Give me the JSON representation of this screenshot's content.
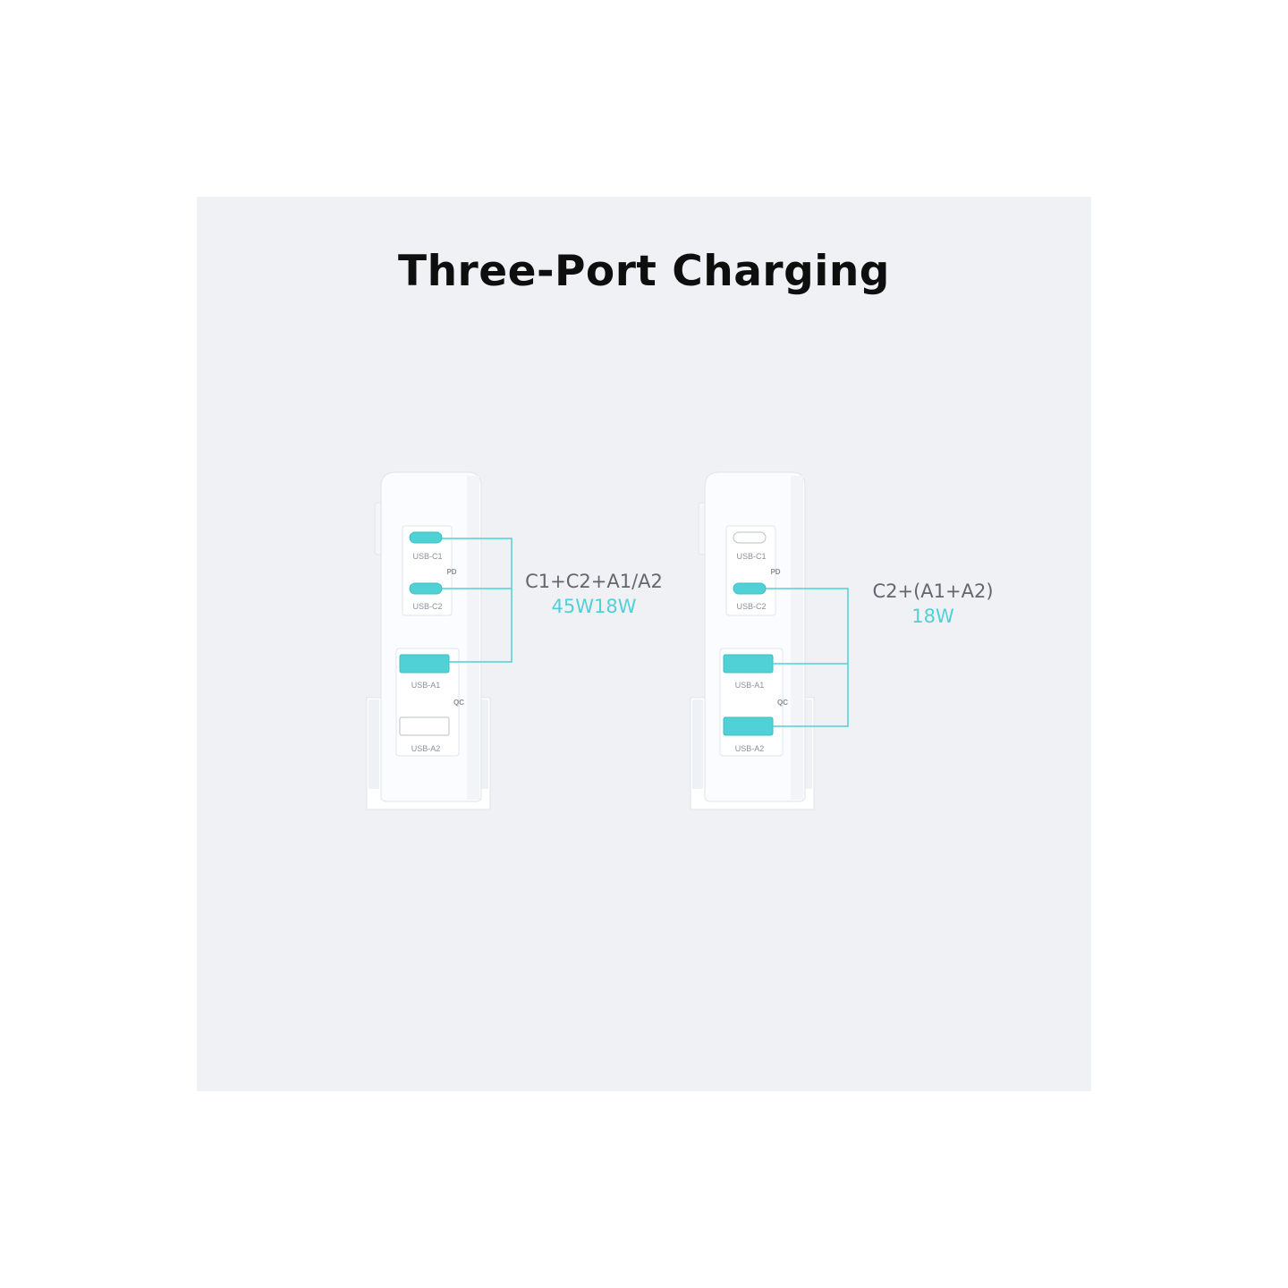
{
  "title": "Three-Port Charging",
  "colors": {
    "accent": "#4fd1d6",
    "panel_bg": "#eff1f5",
    "device_body": "#fbfcff",
    "title_text": "#0e0e0e",
    "combo_text": "#62666e"
  },
  "port_labels": {
    "c1": "USB-C1",
    "c2": "USB-C2",
    "a1": "USB-A1",
    "a2": "USB-A2",
    "pd": "PD",
    "qc": "QC"
  },
  "configs": [
    {
      "combo": "C1+C2+A1/A2",
      "watts": "45W18W",
      "active_ports": [
        "c1",
        "c2",
        "a1"
      ]
    },
    {
      "combo": "C2+(A1+A2)",
      "watts": "18W",
      "active_ports": [
        "c2",
        "a1",
        "a2"
      ]
    }
  ]
}
